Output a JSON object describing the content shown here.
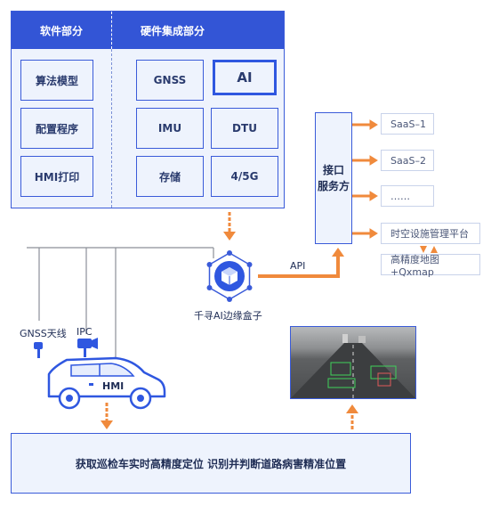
{
  "software": {
    "header": "软件部分",
    "items": [
      "算法模型",
      "配置程序",
      "HMI打印"
    ]
  },
  "hardware": {
    "header": "硬件集成部分",
    "items": [
      "GNSS",
      "AI",
      "IMU",
      "DTU",
      "存储",
      "4/5G"
    ]
  },
  "interface_service": {
    "line1": "接口",
    "line2": "服务方"
  },
  "outputs": [
    "SaaS–1",
    "SaaS–2",
    "……",
    "时空设施管理平台"
  ],
  "map_label": "高精度地图+Qxmap",
  "api_label": "API",
  "edge_box_label": "千寻AI边缘盒子",
  "vehicle_labels": {
    "gnss": "GNSS天线",
    "ipc": "IPC",
    "hmi": "HMI"
  },
  "bottom_text": "获取巡检车实时高精度定位 识别并判断道路病害精准位置",
  "colors": {
    "primary": "#3355d6",
    "panel_bg": "#eef3fd",
    "arrow": "#f08a3c",
    "border": "#3a5bd9"
  }
}
